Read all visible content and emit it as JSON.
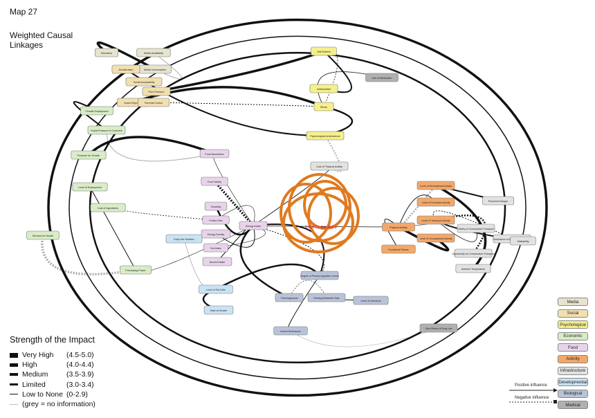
{
  "map_title": "Map 27",
  "map_subtitle": "Weighted Causal Linkages",
  "center_node": "ENERGY BALANCE",
  "legend": {
    "title": "Strength of the Impact",
    "items": [
      {
        "label": "Very High",
        "range": "(4.5-5.0)"
      },
      {
        "label": "High",
        "range": "(4.0-4.4)"
      },
      {
        "label": "Medium",
        "range": "(3.5-3.9)"
      },
      {
        "label": "Limited",
        "range": "(3.0-3.4)"
      },
      {
        "label": "Low to None",
        "range": "(0-2.9)"
      }
    ],
    "grey_note": "(grey = no information)"
  },
  "categories": [
    {
      "name": "Media",
      "color": "#e6e3cf"
    },
    {
      "name": "Social",
      "color": "#f1dfb0"
    },
    {
      "name": "Psychological",
      "color": "#f5f08c"
    },
    {
      "name": "Economic",
      "color": "#d9ecc8"
    },
    {
      "name": "Food",
      "color": "#e8d4ea"
    },
    {
      "name": "Activity",
      "color": "#f2a86a"
    },
    {
      "name": "Infrastructure",
      "color": "#e2e2e2"
    },
    {
      "name": "Developmental",
      "color": "#c9e3f3"
    },
    {
      "name": "Biological",
      "color": "#b9c3d8"
    },
    {
      "name": "Medical",
      "color": "#b0b0b0"
    }
  ],
  "influence": {
    "positive": "Positive influence",
    "negative": "Negative influence"
  },
  "nodes": [
    {
      "label": "Education",
      "cat": 0
    },
    {
      "label": "Media Availability",
      "cat": 0
    },
    {
      "label": "Media Consumption",
      "cat": 0
    },
    {
      "label": "Acculturation",
      "cat": 1
    },
    {
      "label": "Social Acceptability",
      "cat": 1
    },
    {
      "label": "Peer Pressure",
      "cat": 1
    },
    {
      "label": "Social Rejection",
      "cat": 1
    },
    {
      "label": "Parental Control",
      "cat": 1
    },
    {
      "label": "Self-Esteem",
      "cat": 2
    },
    {
      "label": "Stress",
      "cat": 2
    },
    {
      "label": "Individualism",
      "cat": 2
    },
    {
      "label": "Use of Medication",
      "cat": 9
    },
    {
      "label": "Psychological Ambivalence",
      "cat": 2
    },
    {
      "label": "Female Employment",
      "cat": 3
    },
    {
      "label": "Social Pressure to Consume",
      "cat": 3
    },
    {
      "label": "Pressure for Growth",
      "cat": 3
    },
    {
      "label": "Level of Employment",
      "cat": 3
    },
    {
      "label": "Cost of Ingredients",
      "cat": 3
    },
    {
      "label": "Demand for Health",
      "cat": 3
    },
    {
      "label": "Purchasing Power",
      "cat": 3
    },
    {
      "label": "Food Abundance",
      "cat": 4
    },
    {
      "label": "Food Variety",
      "cat": 4
    },
    {
      "label": "Snacking",
      "cat": 4
    },
    {
      "label": "Portion Size",
      "cat": 4
    },
    {
      "label": "Energy Density",
      "cat": 4
    },
    {
      "label": "Fat Intake",
      "cat": 4
    },
    {
      "label": "Alcohol Intake",
      "cat": 4
    },
    {
      "label": "Energy Intake",
      "cat": 4
    },
    {
      "label": "Physical Activity",
      "cat": 5
    },
    {
      "label": "Functional Fitness",
      "cat": 5
    },
    {
      "label": "Level of Recreational Activity",
      "cat": 5
    },
    {
      "label": "Level of Domestic Activity",
      "cat": 5
    },
    {
      "label": "Level of Transport Activity",
      "cat": 5
    },
    {
      "label": "Level of Occupational Activity",
      "cat": 5
    },
    {
      "label": "Perceived Danger",
      "cat": 6
    },
    {
      "label": "Dominance of Motorised Transport",
      "cat": 6
    },
    {
      "label": "Walkability",
      "cat": 6
    },
    {
      "label": "Safety of Unmotorised Transport",
      "cat": 6
    },
    {
      "label": "Opportunity for Unmotorised Transport",
      "cat": 6
    },
    {
      "label": "Ambient Temperature",
      "cat": 6
    },
    {
      "label": "Cost of Physical Activity",
      "cat": 6
    },
    {
      "label": "Early Life Nutrition",
      "cat": 7
    },
    {
      "label": "Level of Fat Cells",
      "cat": 7
    },
    {
      "label": "Rate of Growth",
      "cat": 7
    },
    {
      "label": "Degree of Primary Appetite Control",
      "cat": 8
    },
    {
      "label": "Thermogenesis",
      "cat": 8
    },
    {
      "label": "Insulin Resistance",
      "cat": 8
    },
    {
      "label": "Resting Metabolic Rate",
      "cat": 8
    },
    {
      "label": "Level of Infections",
      "cat": 8
    },
    {
      "label": "Side Effects of Drug Use",
      "cat": 9
    }
  ]
}
